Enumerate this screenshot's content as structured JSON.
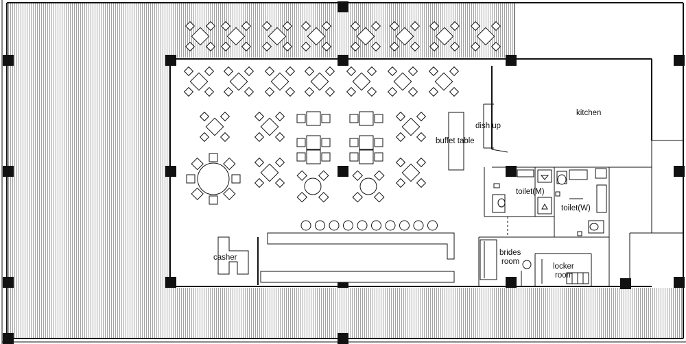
{
  "labels": {
    "kitchen": "kitchen",
    "dish_up": "dish up",
    "buffet_table": "buffet table",
    "toilet_m": "toilet(M)",
    "toilet_w": "toilet(W)",
    "casher": "casher",
    "brides_room_line1": "brides",
    "brides_room_line2": "room",
    "locker_room_line1": "locker",
    "locker_room_line2": "room"
  },
  "colors": {
    "line": "#111111",
    "background": "#ffffff"
  },
  "furniture_counts": {
    "terrace_tables": 8,
    "dining_row_tables": 7,
    "bar_stools": 10
  }
}
